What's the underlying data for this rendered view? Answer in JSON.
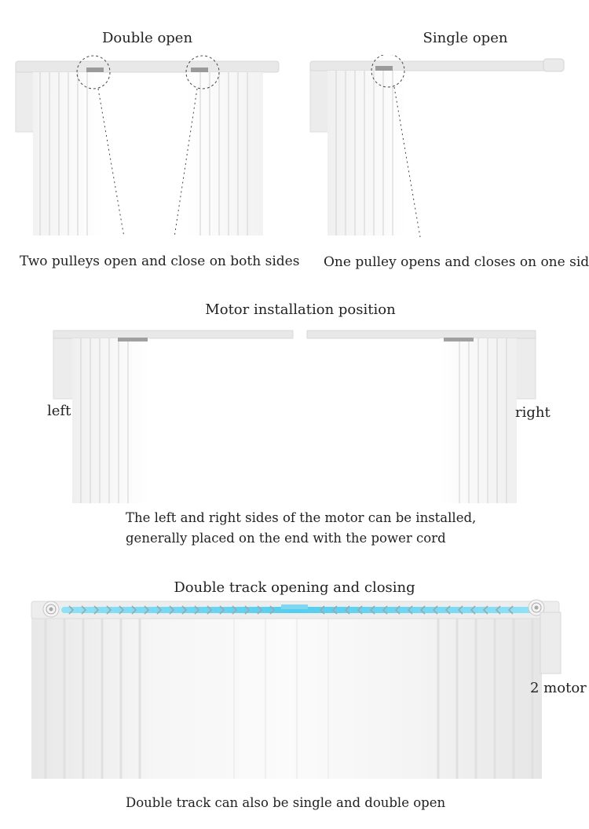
{
  "section1": {
    "left_title": "Double open",
    "right_title": "Single open",
    "left_caption": "Two pulleys open and close on both sides",
    "right_caption": "One pulley opens and closes on one side"
  },
  "section2": {
    "title": "Motor installation position",
    "left_label": "left",
    "right_label": "right",
    "caption_line1": "The left and right sides of the motor can be installed,",
    "caption_line2": "generally placed on the end with the power cord"
  },
  "section3": {
    "title": "Double track opening and closing",
    "motor_label": "2 motor",
    "caption": "Double track can also be single and double open"
  },
  "colors": {
    "track": "#e6e6e6",
    "curtain": "#f4f4f4",
    "fold_shadow": "#dcdcdc",
    "motor_box": "#ededed",
    "glow": "#4fd0f0"
  }
}
